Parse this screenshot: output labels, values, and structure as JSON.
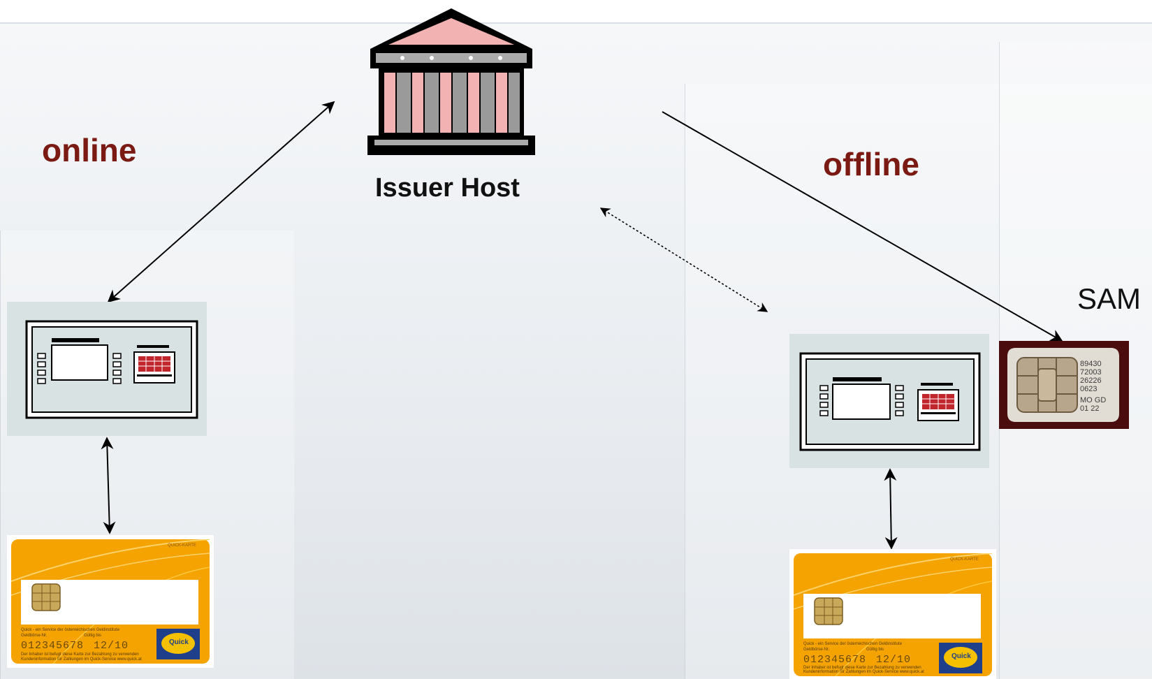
{
  "labels": {
    "online": "online",
    "offline": "offline",
    "issuer_host": "Issuer Host",
    "sam": "SAM"
  },
  "sam_chip": {
    "lines": [
      "89430",
      "72003",
      "26226",
      "0623",
      "MO GD",
      "01 22"
    ]
  },
  "cards": {
    "header_text": "QUICK-KARTE",
    "line1": "Quick - ein Service der österreichischen Geldinstitute",
    "line2_left": "Geldbörse-Nr.",
    "line2_right": "Gültig bis",
    "number": "012345678",
    "valid": "12/10",
    "line4": "Der Inhaber ist befugt diese Karte zur Bezahlung zu verwenden",
    "line5": "Kundeninformation für Zahlungen im Quick-Service www.quick.at",
    "logo_text": "Quick"
  },
  "colors": {
    "mode_label": "#7a1a12",
    "card_orange": "#f4a300",
    "atm_panel": "#d9e2e2",
    "keypad_red": "#c0262c"
  }
}
